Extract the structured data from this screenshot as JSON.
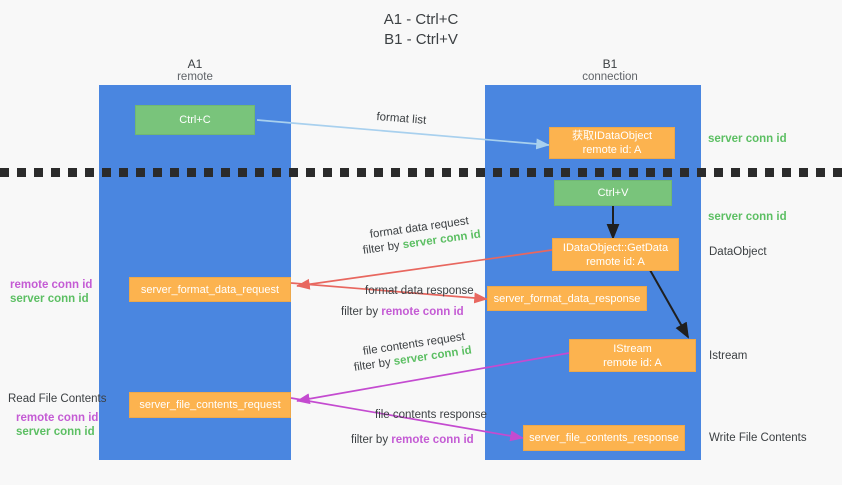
{
  "title": {
    "line1": "A1 - Ctrl+C",
    "line2": "B1 - Ctrl+V"
  },
  "columns": [
    {
      "name": "A1",
      "subtitle": "remote"
    },
    {
      "name": "B1",
      "subtitle": "connection"
    }
  ],
  "nodes": {
    "ctrl_c": {
      "line1": "Ctrl+C",
      "line2": ""
    },
    "get_idataobject": {
      "line1": "获取IDataObject",
      "line2": "remote id: A"
    },
    "ctrl_v": {
      "line1": "Ctrl+V",
      "line2": ""
    },
    "idataobject_getdata": {
      "line1": "IDataObject::GetData",
      "line2": "remote id: A"
    },
    "istream": {
      "line1": "IStream",
      "line2": "remote id: A"
    },
    "fmt_data_request": {
      "line1": "server_format_data_request",
      "line2": ""
    },
    "fmt_data_response": {
      "line1": "server_format_data_response",
      "line2": ""
    },
    "file_contents_request": {
      "line1": "server_file_contents_request",
      "line2": ""
    },
    "file_contents_response": {
      "line1": "server_file_contents_response",
      "line2": ""
    }
  },
  "edge_labels": {
    "format_list": "format list",
    "format_data_request": "format data request",
    "format_data_request_filter_prefix": "filter by ",
    "format_data_request_filter_key": "server conn id",
    "format_data_response": "format data response",
    "format_data_response_filter_prefix": "filter by ",
    "format_data_response_filter_key": "remote conn id",
    "file_contents_request": "file contents request",
    "file_contents_request_filter_prefix": "filter by ",
    "file_contents_request_filter_key": "server conn id",
    "file_contents_response": "file contents response",
    "file_contents_response_filter_prefix": "filter by ",
    "file_contents_response_filter_key": "remote conn id"
  },
  "right_annotations": {
    "server_conn_id_top": "server conn id",
    "server_conn_id_mid": "server conn id",
    "dataobject": "DataObject",
    "istream": "Istream",
    "write_file_contents": "Write File Contents"
  },
  "left_annotations": {
    "remote_conn_id_upper": "remote conn id",
    "server_conn_id_upper": "server conn id",
    "read_file_contents": "Read File Contents",
    "remote_conn_id_lower": "remote conn id",
    "server_conn_id_lower": "server conn id"
  },
  "colors": {
    "lane": "#4a86e0",
    "green_node": "#79c47b",
    "orange_node": "#fcb34f",
    "server_conn_id": "#5cbf63",
    "remote_conn_id": "#c45bd4",
    "arrow_blue": "#a8d0ee",
    "arrow_red": "#e8675f",
    "arrow_magenta": "#c44bd0",
    "arrow_black": "#1f1f1f",
    "background": "#f8f8f8"
  }
}
